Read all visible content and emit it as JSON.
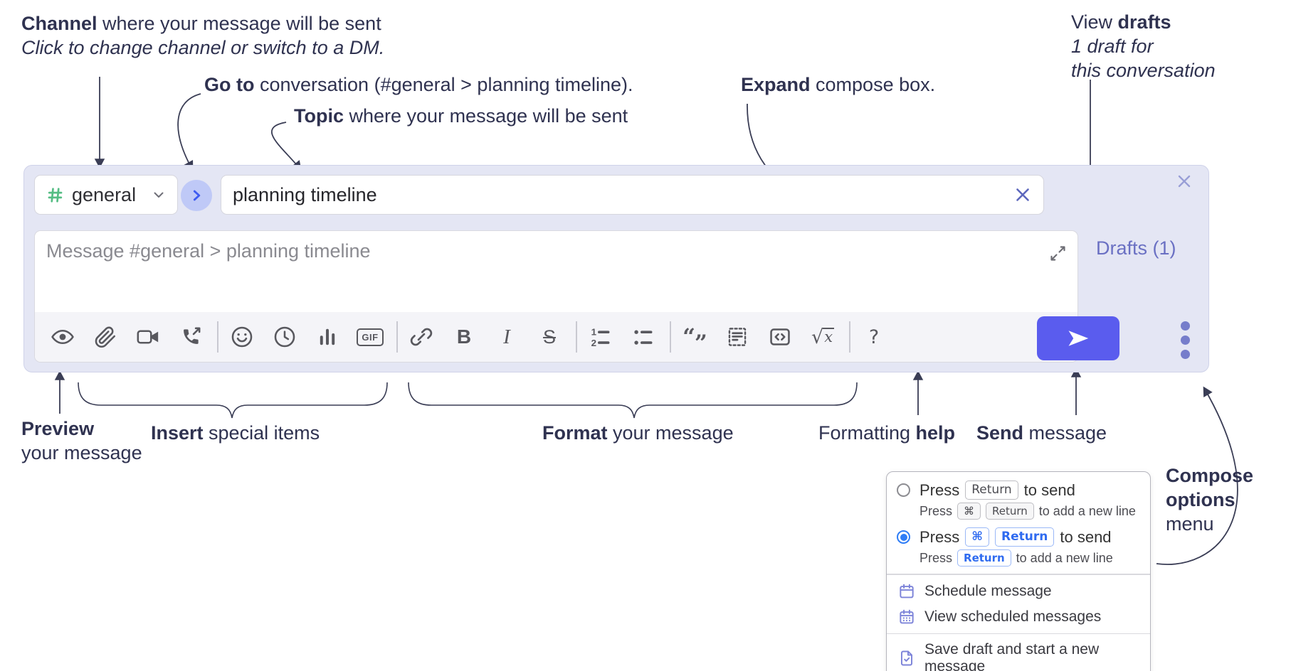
{
  "annotations": {
    "channel": {
      "bold": "Channel",
      "rest": " where your message will be sent",
      "line2": "Click to change channel or switch to a DM."
    },
    "goto": {
      "bold": "Go to",
      "rest": " conversation (#general > planning timeline)."
    },
    "topic": {
      "bold": "Topic",
      "rest": " where your message will be sent"
    },
    "expand": {
      "bold": "Expand",
      "rest": " compose box."
    },
    "drafts": {
      "pre": "View ",
      "bold": "drafts",
      "line2": "1 draft for",
      "line3": "this conversation"
    },
    "preview": {
      "bold": "Preview",
      "line2": "your message"
    },
    "insert": {
      "bold": "Insert",
      "rest": " special items"
    },
    "format": {
      "bold": "Format",
      "rest": " your message"
    },
    "help": {
      "pre": "Formatting ",
      "bold": "help"
    },
    "send": {
      "bold": "Send",
      "rest": " message"
    },
    "compose_options": {
      "bold1": "Compose",
      "bold2": "options",
      "rest": "menu"
    }
  },
  "compose": {
    "channel_name": "general",
    "topic_value": "planning timeline",
    "message_placeholder": "Message #general > planning timeline",
    "drafts_link": "Drafts (1)",
    "gif_label": "GIF",
    "toolbar_groups": [
      [
        "preview",
        "attach",
        "video-call",
        "voice-call"
      ],
      [
        "emoji",
        "schedule",
        "poll",
        "gif"
      ],
      [
        "link",
        "bold",
        "italic",
        "strikethrough"
      ],
      [
        "numbered-list",
        "bulleted-list"
      ],
      [
        "quote",
        "spoiler",
        "code",
        "math"
      ],
      [
        "help"
      ]
    ]
  },
  "popup": {
    "options": [
      {
        "selected": false,
        "main": [
          {
            "text": "Press"
          },
          {
            "key": "Return",
            "style": "gray"
          },
          {
            "text": "to send"
          }
        ],
        "sub": [
          {
            "text": "Press"
          },
          {
            "key": "⌘",
            "style": "gray"
          },
          {
            "key": "Return",
            "style": "gray"
          },
          {
            "text": "to add a new line"
          }
        ]
      },
      {
        "selected": true,
        "main": [
          {
            "text": "Press"
          },
          {
            "key": "⌘",
            "style": "blue"
          },
          {
            "key": "Return",
            "style": "blue"
          },
          {
            "text": "to send"
          }
        ],
        "sub": [
          {
            "text": "Press"
          },
          {
            "key": "Return",
            "style": "blue"
          },
          {
            "text": "to add a new line"
          }
        ]
      }
    ],
    "items": [
      {
        "icon": "calendar-icon",
        "label": "Schedule message",
        "divider_before": false
      },
      {
        "icon": "calendar-grid-icon",
        "label": "View scheduled messages",
        "divider_before": false
      },
      {
        "icon": "file-check-icon",
        "label": "Save draft and start a new message",
        "divider_before": true
      }
    ]
  },
  "colors": {
    "annotation": "#2f3250",
    "compose_bg": "#e4e6f4",
    "accent_send": "#5a5cee",
    "channel_green": "#55bd84",
    "go_blue": "#3d5af1",
    "drafts_link": "#6a70c3",
    "toolbar_icon": "#58585e",
    "kbd_blue": "#2f6bf0",
    "menu_icon": "#7d84d9",
    "radio_selected": "#2f7df6"
  }
}
